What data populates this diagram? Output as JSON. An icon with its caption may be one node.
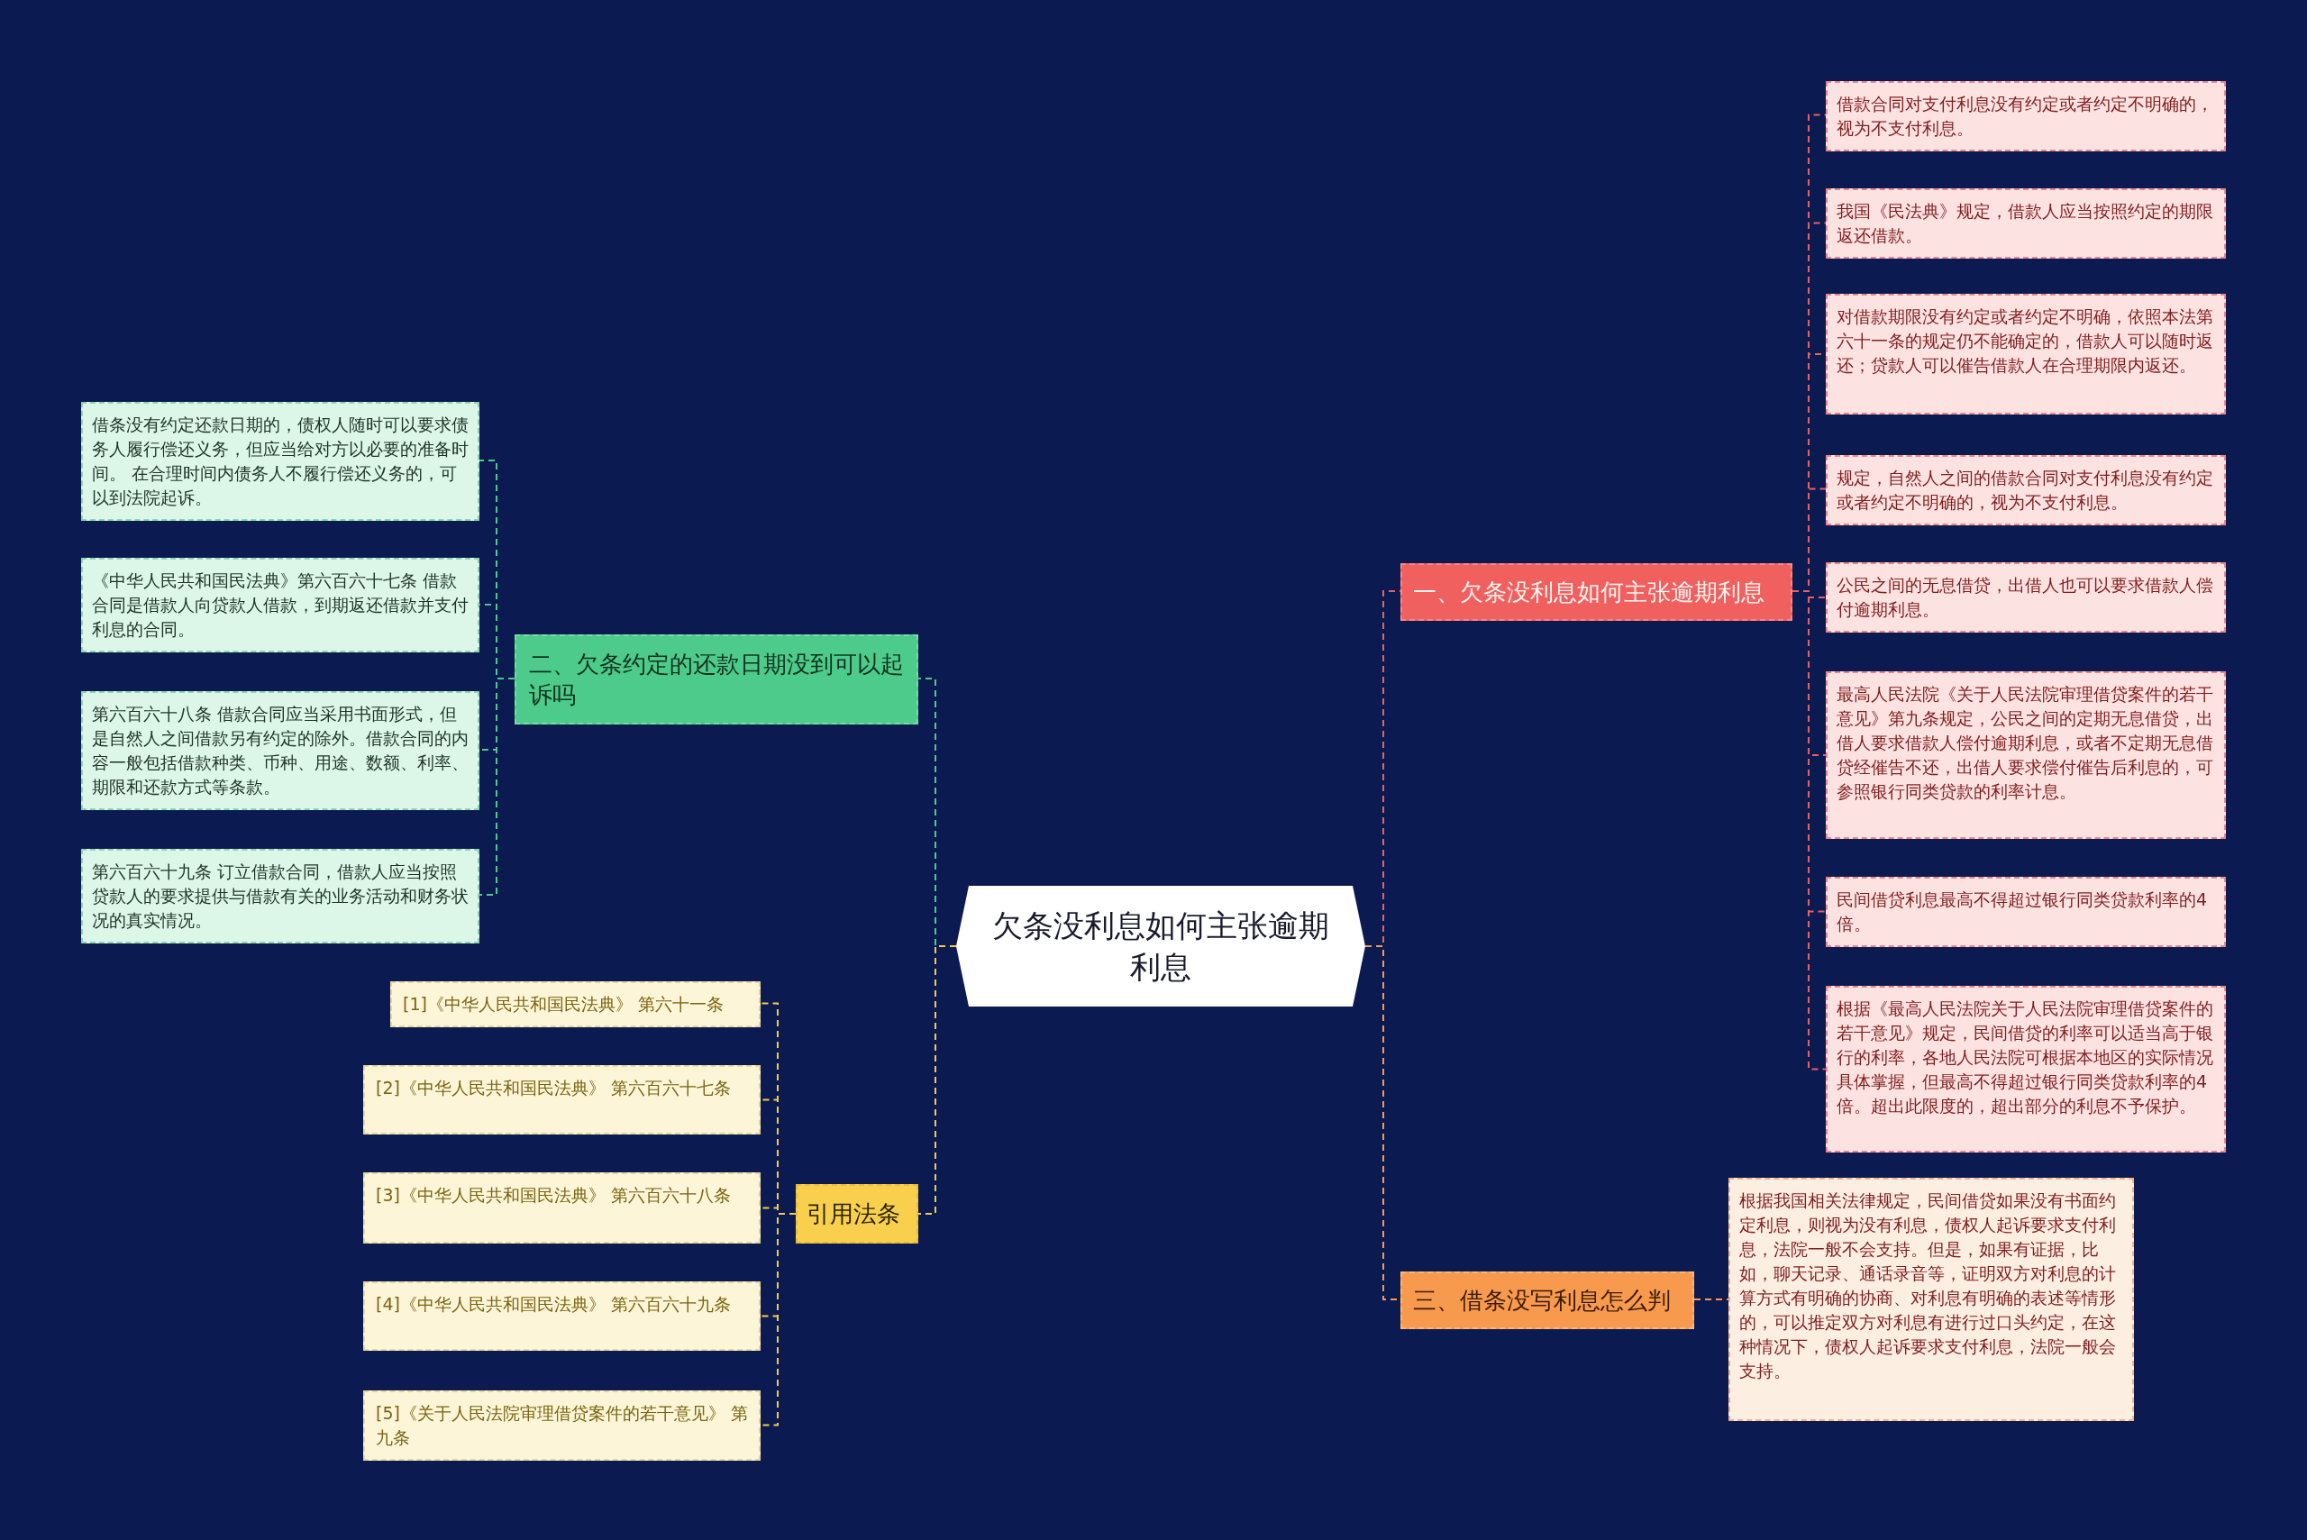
{
  "diagram": {
    "nodes": [
      {
        "text": [
          "欠条没利息如何主张逾期利息"
        ]
      },
      {
        "text": [
          "一、欠条没利息如何主张逾期利息"
        ]
      },
      {
        "text": [
          "借款合同对支付利息没有约定或者约定不明确的，视为不支付利息。"
        ]
      },
      {
        "text": [
          "我国《民法典》规定，借款人应当按照约定的期限返还借款。"
        ]
      },
      {
        "text": [
          "对借款期限没有约定或者约定不明确，依照本法第六十一条的规定仍不能确定的，借款人可以随时返还；贷款人可以催告借款人在合理期限内返还。"
        ]
      },
      {
        "text": [
          "规定，自然人之间的借款合同对支付利息没有约定或者约定不明确的，视为不支付利息。"
        ]
      },
      {
        "text": [
          "公民之间的无息借贷，出借人也可以要求借款人偿付逾期利息。"
        ]
      },
      {
        "text": [
          "最高人民法院《关于人民法院审理借贷案件的若干意见》第九条规定，公民之间的定期无息借贷，出借人要求借款人偿付逾期利息，或者不定期无息借贷经催告不还，出借人要求偿付催告后利息的，可参照银行同类贷款的利率计息。"
        ]
      },
      {
        "text": [
          "民间借贷利息最高不得超过银行同类贷款利率的4倍。"
        ]
      },
      {
        "text": [
          "根据《最高人民法院关于人民法院审理借贷案件的若干意见》规定，民间借贷的利率可以适当高于银行的利率，各地人民法院可根据本地区的实际情况具体掌握，但最高不得超过银行同类贷款利率的4倍。超出此限度的，超出部分的利息不予保护。"
        ]
      },
      {
        "text": [
          "三、借条没写利息怎么判"
        ]
      },
      {
        "text": [
          "根据我国相关法律规定，民间借贷如果没有书面约定利息，则视为没有利息，债权人起诉要求支付利息，法院一般不会支持。但是，如果有证据，比如，聊天记录、通话录音等，证明双方对利息的计算方式有明确的协商、对利息有明确的表述等情形的，可以推定双方对利息有进行过口头约定，在这种情况下，债权人起诉要求支付利息，法院一般会支持。"
        ]
      },
      {
        "text": [
          "二、欠条约定的还款日期没到可以起诉吗"
        ]
      },
      {
        "text": [
          "借条没有约定还款日期的，债权人随时可以要求债务人履行偿还义务，但应当给对方以必要的准备时间。 在合理时间内债务人不履行偿还义务的，可以到法院起诉。"
        ]
      },
      {
        "text": [
          "《中华人民共和国民法典》第六百六十七条 借款合同是借款人向贷款人借款，到期返还借款并支付利息的合同。"
        ]
      },
      {
        "text": [
          "第六百六十八条 借款合同应当采用书面形式，但是自然人之间借款另有约定的除外。借款合同的内容一般包括借款种类、币种、用途、数额、利率、期限和还款方式等条款。"
        ]
      },
      {
        "text": [
          "第六百六十九条 订立借款合同，借款人应当按照贷款人的要求提供与借款有关的业务活动和财务状况的真实情况。"
        ]
      },
      {
        "text": [
          "引用法条"
        ]
      },
      {
        "text": [
          "[1]《中华人民共和国民法典》 第六十一条"
        ]
      },
      {
        "text": [
          "[2]《中华人民共和国民法典》 第六百六十七条"
        ]
      },
      {
        "text": [
          "[3]《中华人民共和国民法典》 第六百六十八条"
        ]
      },
      {
        "text": [
          "[4]《中华人民共和国民法典》 第六百六十九条"
        ]
      },
      {
        "text": [
          "[5]《关于人民法院审理借贷案件的若干意见》 第九条"
        ]
      }
    ],
    "edges": [
      {
        "from": 0,
        "to": 1,
        "arrow": "none"
      },
      {
        "from": 1,
        "to": 2,
        "arrow": "none"
      },
      {
        "from": 1,
        "to": 3,
        "arrow": "none"
      },
      {
        "from": 1,
        "to": 4,
        "arrow": "none"
      },
      {
        "from": 1,
        "to": 5,
        "arrow": "none"
      },
      {
        "from": 1,
        "to": 6,
        "arrow": "none"
      },
      {
        "from": 1,
        "to": 7,
        "arrow": "none"
      },
      {
        "from": 1,
        "to": 8,
        "arrow": "none"
      },
      {
        "from": 1,
        "to": 9,
        "arrow": "none"
      },
      {
        "from": 0,
        "to": 10,
        "arrow": "none",
        "color": "#f79a4e"
      },
      {
        "from": 10,
        "to": 11,
        "arrow": "none",
        "color": "#f79a4e"
      },
      {
        "from": 0,
        "to": 12,
        "arrow": "none",
        "color": "#4ccb8a"
      },
      {
        "from": 12,
        "to": 13,
        "arrow": "none",
        "color": "#4ccb8a"
      },
      {
        "from": 12,
        "to": 14,
        "arrow": "none",
        "color": "#4ccb8a"
      },
      {
        "from": 12,
        "to": 15,
        "arrow": "none",
        "color": "#4ccb8a"
      },
      {
        "from": 12,
        "to": 16,
        "arrow": "none",
        "color": "#4ccb8a"
      },
      {
        "from": 0,
        "to": 17,
        "arrow": "none",
        "color": "#f5cb45"
      },
      {
        "from": 17,
        "to": 18,
        "arrow": "none",
        "color": "#f5cb45"
      },
      {
        "from": 17,
        "to": 19,
        "arrow": "none",
        "color": "#f5cb45"
      },
      {
        "from": 17,
        "to": 20,
        "arrow": "none",
        "color": "#f5cb45"
      },
      {
        "from": 17,
        "to": 21,
        "arrow": "none",
        "color": "#f5cb45"
      },
      {
        "from": 17,
        "to": 22,
        "arrow": "none",
        "color": "#f5cb45"
      }
    ]
  }
}
